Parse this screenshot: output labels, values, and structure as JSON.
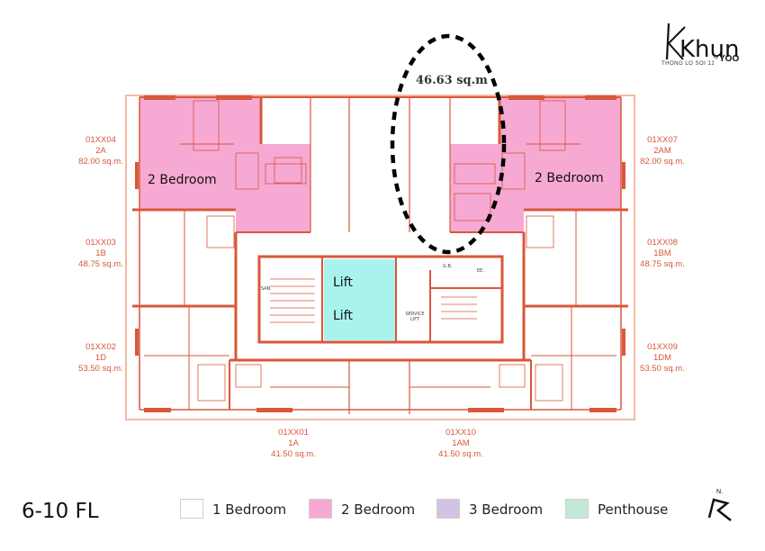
{
  "brand": {
    "name": "Khun",
    "by": "by",
    "yoo": "YOO",
    "subtitle": "THONG LO SOI 12"
  },
  "highlight": {
    "area": "46.63 sq.m"
  },
  "floor": {
    "label": "6-10 FL"
  },
  "units": {
    "u04": {
      "code": "01XX04",
      "type": "2A",
      "area": "82.00 sq.m."
    },
    "u07": {
      "code": "01XX07",
      "type": "2AM",
      "area": "82.00 sq.m."
    },
    "u03": {
      "code": "01XX03",
      "type": "1B",
      "area": "48.75 sq.m."
    },
    "u08": {
      "code": "01XX08",
      "type": "1BM",
      "area": "48.75 sq.m."
    },
    "u02": {
      "code": "01XX02",
      "type": "1D",
      "area": "53.50 sq.m."
    },
    "u09": {
      "code": "01XX09",
      "type": "1DM",
      "area": "53.50 sq.m."
    },
    "u01": {
      "code": "01XX01",
      "type": "1A",
      "area": "41.50 sq.m."
    },
    "u10": {
      "code": "01XX10",
      "type": "1AM",
      "area": "41.50 sq.m."
    }
  },
  "plan_labels": {
    "left_2br": "2 Bedroom",
    "right_2br": "2 Bedroom",
    "lift_1": "Lift",
    "lift_2": "Lift",
    "service_lift": "SERVICE LIFT",
    "gb": "G.B.",
    "ee": "EE.",
    "san": "SAN."
  },
  "legend": [
    {
      "label": "1 Bedroom",
      "color": "#ffffff"
    },
    {
      "label": "2 Bedroom",
      "color": "#f6a9d3"
    },
    {
      "label": "3 Bedroom",
      "color": "#d3c3e3"
    },
    {
      "label": "Penthouse",
      "color": "#c3e9d6"
    }
  ],
  "colors": {
    "wall": "#d9573a",
    "wall_light": "#f2b9a5",
    "pink": "#f6a9d3",
    "lift": "#a9f3ee",
    "highlight_outline": "#000000"
  },
  "north": {
    "label": "N."
  }
}
